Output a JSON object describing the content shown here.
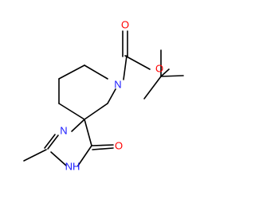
{
  "colors": {
    "bond": "#000000",
    "carbon": "#000000",
    "nitrogen": "#1a1aff",
    "oxygen": "#ff0000"
  },
  "atoms": {
    "n_piperidine": "N",
    "o_ester": "O",
    "o_carbonyl_carbamate": "O",
    "n_imine": "N",
    "nh_amide": "NH",
    "o_carbonyl_lactam": "O"
  }
}
